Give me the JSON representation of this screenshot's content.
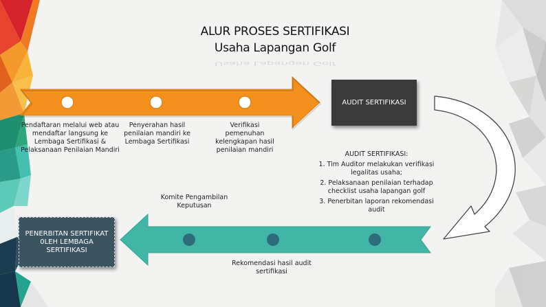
{
  "title": {
    "line1": "ALUR PROSES SERTIFIKASI",
    "line2": "Usaha Lapangan Golf"
  },
  "top_steps": [
    {
      "label": "Pendaftaran melalui web atau mendaftar langsung ke Lembaga Sertifikasi & Pelaksanaan Penilaian Mandiri"
    },
    {
      "label": "Penyerahan hasil penilaian mandiri ke Lembaga Sertifikasi"
    },
    {
      "label": "Verifikasi pemenuhan kelengkapan hasil penilaian mandiri"
    }
  ],
  "audit_box": {
    "label": "AUDIT SERTIFIKASI"
  },
  "audit_details": {
    "title": "AUDIT SERTIFIKASI:",
    "items": [
      "1. Tim Auditor melakukan verifikasi legalitas usaha;",
      "2. Pelaksanaan penilaian terhadap checklist usaha lapangan golf",
      "3. Penerbitan laporan rekomendasi audit"
    ]
  },
  "bottom_steps": [
    {
      "label": "Komite Pengambilan Keputusan"
    },
    {
      "label": "Rekomendasi  hasil audit sertifikasi"
    }
  ],
  "certificate_box": {
    "label": "PENERBITAN SERTIFIKAT 0LEH LEMBAGA SERTIFIKASI"
  },
  "colors": {
    "orange_arrow": "#f4901e",
    "teal_arrow": "#41b6a6",
    "teal_dot": "#2d6d7b",
    "audit_box": "#3a3a3a",
    "certificate_box": "#3b5462"
  }
}
